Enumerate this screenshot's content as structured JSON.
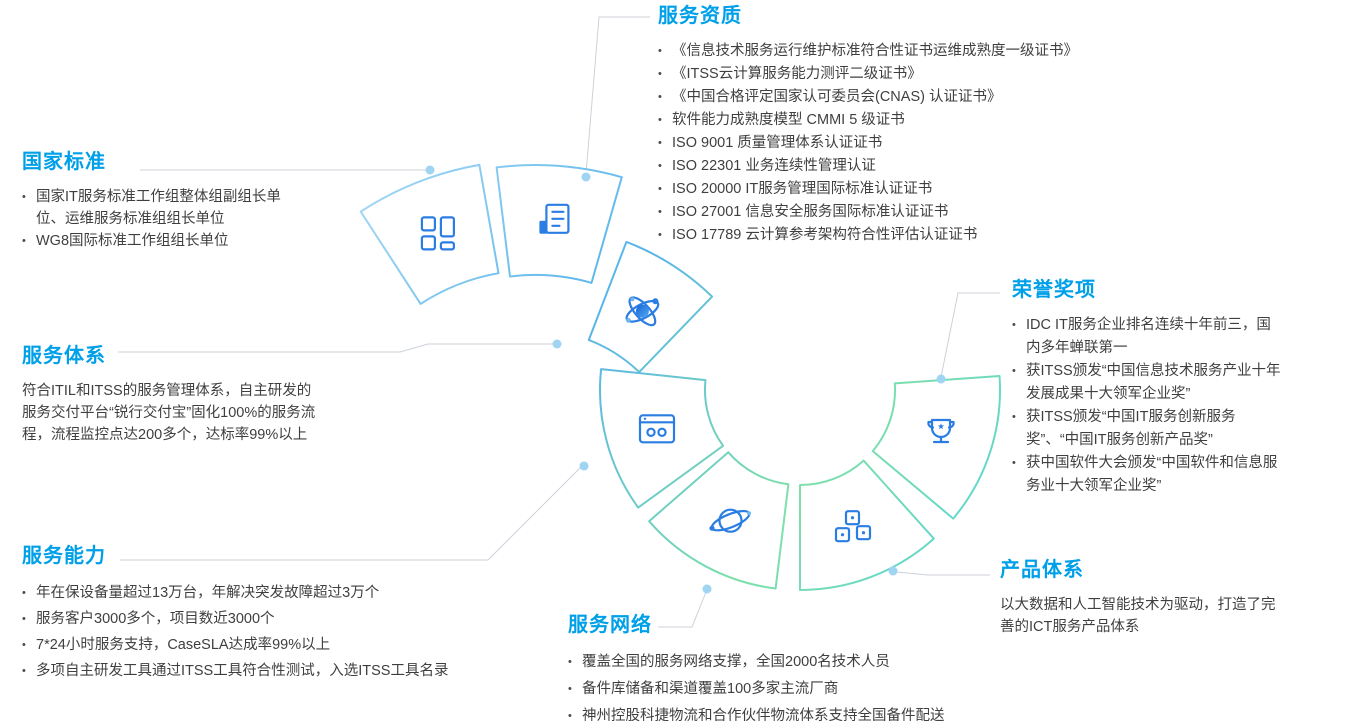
{
  "colors": {
    "accent_blue": "#00a0e9",
    "body_text": "#3f3f3f",
    "icon_blue": "#2a7de2",
    "ring_light_blue": "#a3d8f4",
    "ring_blue": "#58b4ea",
    "ring_green": "#7ee0a9",
    "ring_cyan": "#57d2da",
    "connector_gray": "#ccd2da",
    "dot_light_blue": "#9fd4f2"
  },
  "sections": {
    "national_standards": {
      "title": "国家标准",
      "bullets": [
        "国家IT服务标准工作组整体组副组长单位、运维服务标准组组长单位",
        "WG8国际标准工作组组长单位"
      ]
    },
    "qualifications": {
      "title": "服务资质",
      "bullets": [
        "《信息技术服务运行维护标准符合性证书运维成熟度一级证书》",
        "《ITSS云计算服务能力测评二级证书》",
        "《中国合格评定国家认可委员会(CNAS) 认证证书》",
        "软件能力成熟度模型 CMMI 5 级证书",
        "ISO 9001 质量管理体系认证证书",
        "ISO 22301 业务连续性管理认证",
        "ISO 20000 IT服务管理国际标准认证证书",
        "ISO 27001 信息安全服务国际标准认证证书",
        "ISO 17789 云计算参考架构符合性评估认证证书"
      ]
    },
    "service_system": {
      "title": "服务体系",
      "paragraph": "符合ITIL和ITSS的服务管理体系，自主研发的服务交付平台“锐行交付宝”固化100%的服务流程，流程监控点达200多个，达标率99%以上"
    },
    "honors": {
      "title": "荣誉奖项",
      "bullets": [
        "IDC IT服务企业排名连续十年前三，国内多年蝉联第一",
        "获ITSS颁发“中国信息技术服务产业十年发展成果十大领军企业奖”",
        "获ITSS颁发“中国IT服务创新服务奖”、“中国IT服务创新产品奖”",
        "获中国软件大会颁发“中国软件和信息服务业十大领军企业奖”"
      ]
    },
    "service_capability": {
      "title": "服务能力",
      "bullets": [
        "年在保设备量超过13万台，年解决突发故障超过3万个",
        "服务客户3000多个，项目数近3000个",
        "7*24小时服务支持，CaseSLA达成率99%以上",
        "多项自主研发工具通过ITSS工具符合性测试，入选ITSS工具名录"
      ]
    },
    "service_network": {
      "title": "服务网络",
      "bullets": [
        "覆盖全国的服务网络支撑，全国2000名技术人员",
        "备件库储备和渠道覆盖100多家主流厂商",
        "神州控股科捷物流和合作伙伴物流体系支持全国备件配送"
      ]
    },
    "product_system": {
      "title": "产品体系",
      "paragraph": "以大数据和人工智能技术为驱动，打造了完善的ICT服务产品体系"
    }
  },
  "diagram": {
    "segments": [
      {
        "icon": "layout-grid-icon",
        "links_to": "national_standards"
      },
      {
        "icon": "report-document-icon",
        "links_to": "qualifications"
      },
      {
        "icon": "molecule-icon",
        "links_to": "service_system"
      },
      {
        "icon": "app-window-icon",
        "links_to": "service_capability"
      },
      {
        "icon": "globe-orbit-icon",
        "links_to": "service_network"
      },
      {
        "icon": "boxes-icon",
        "links_to": "product_system"
      },
      {
        "icon": "trophy-icon",
        "links_to": "honors"
      }
    ]
  }
}
